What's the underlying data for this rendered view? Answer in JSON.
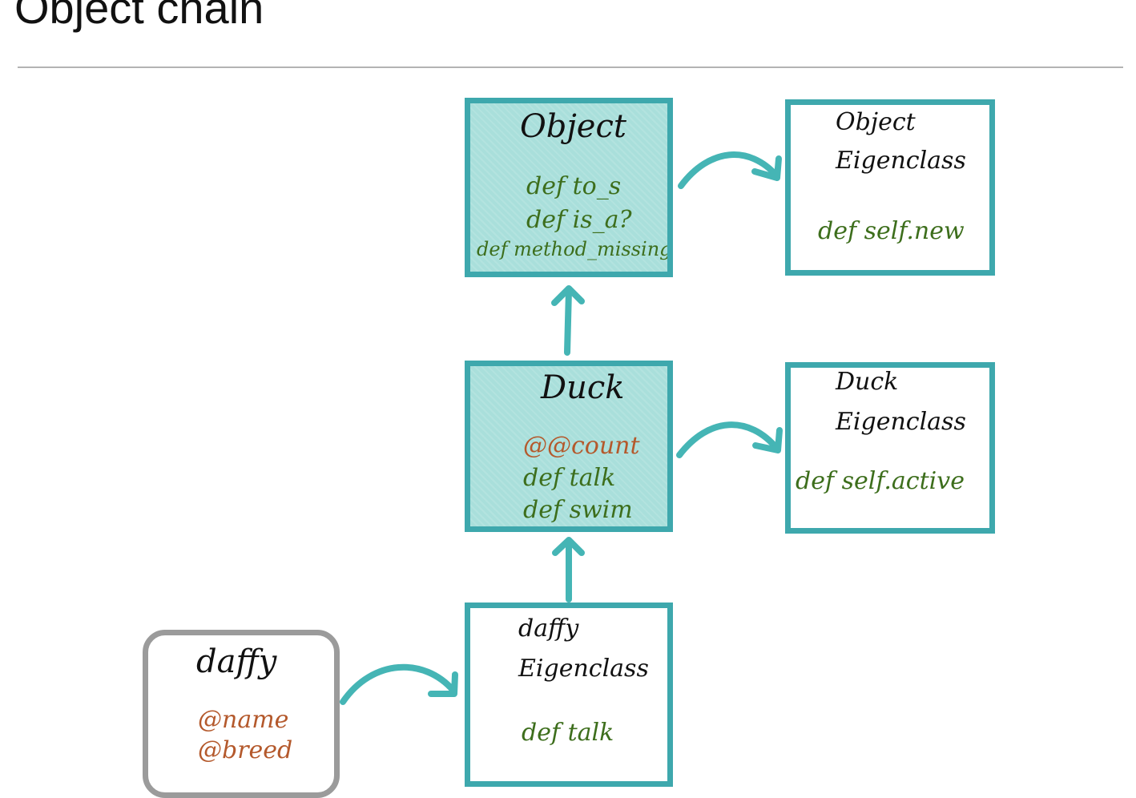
{
  "title": "Object chain",
  "colors": {
    "box_border": "#3ea8ad",
    "box_fill_shaded": "#a9dfdb",
    "object_border": "#9b9b9b",
    "method_text": "#3d6e1c",
    "variable_text": "#b4592c",
    "arrow": "#45b5b5"
  },
  "nodes": {
    "object_class": {
      "name": "Object",
      "methods": [
        "def to_s",
        "def is_a?",
        "def method_missing"
      ]
    },
    "object_eigenclass": {
      "name_line1": "Object",
      "name_line2": "Eigenclass",
      "methods": [
        "def self.new"
      ]
    },
    "duck_class": {
      "name": "Duck",
      "class_variables": [
        "@@count"
      ],
      "methods": [
        "def talk",
        "def swim"
      ]
    },
    "duck_eigenclass": {
      "name_line1": "Duck",
      "name_line2": "Eigenclass",
      "methods": [
        "def self.active"
      ]
    },
    "daffy_object": {
      "name": "daffy",
      "instance_variables": [
        "@name",
        "@breed"
      ]
    },
    "daffy_eigenclass": {
      "name_line1": "daffy",
      "name_line2": "Eigenclass",
      "methods": [
        "def talk"
      ]
    }
  }
}
